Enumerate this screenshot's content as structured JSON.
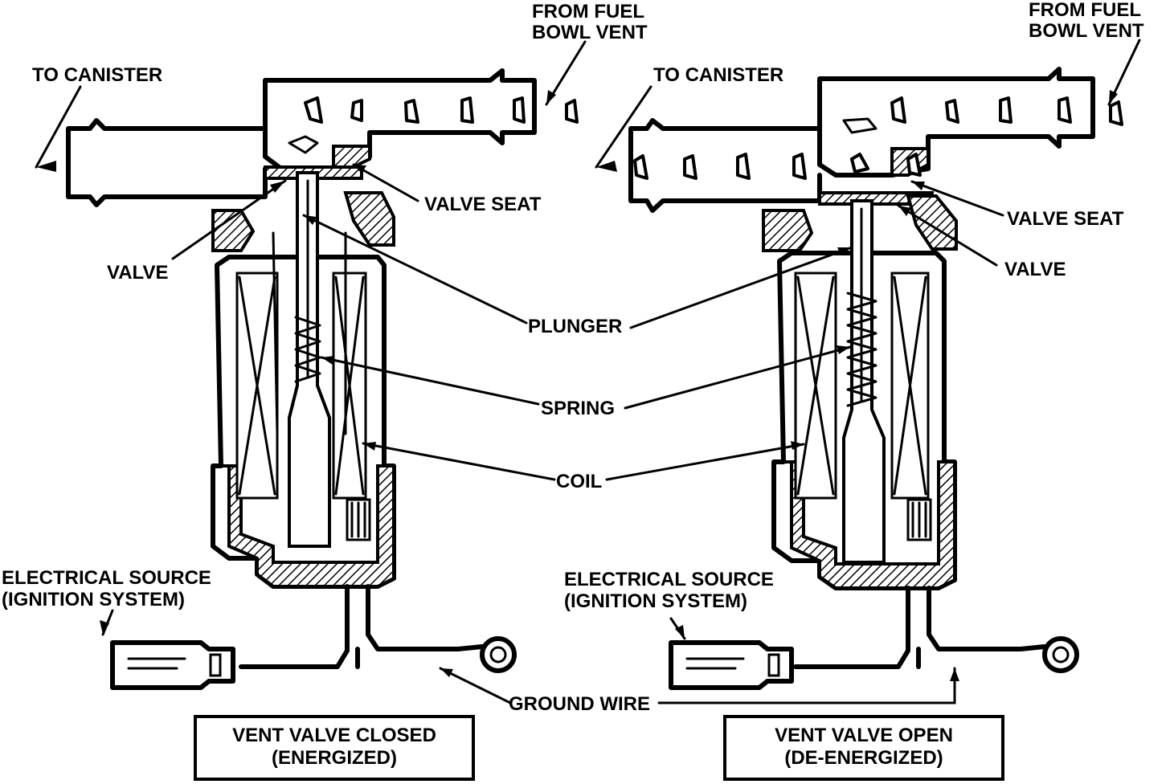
{
  "labels": {
    "from_fuel_bowl_vent_left_line1": "FROM FUEL",
    "from_fuel_bowl_vent_left_line2": "BOWL VENT",
    "from_fuel_bowl_vent_right_line1": "FROM FUEL",
    "from_fuel_bowl_vent_right_line2": "BOWL VENT",
    "to_canister_left": "TO CANISTER",
    "to_canister_right": "TO CANISTER",
    "valve_seat_left": "VALVE SEAT",
    "valve_seat_right": "VALVE SEAT",
    "valve_left": "VALVE",
    "valve_right": "VALVE",
    "plunger": "PLUNGER",
    "spring": "SPRING",
    "coil": "COIL",
    "electrical_source_left_line1": "ELECTRICAL SOURCE",
    "electrical_source_left_line2": "(IGNITION SYSTEM)",
    "electrical_source_right_line1": "ELECTRICAL SOURCE",
    "electrical_source_right_line2": "(IGNITION SYSTEM)",
    "ground_wire": "GROUND WIRE"
  },
  "captions": {
    "left_line1": "VENT VALVE CLOSED",
    "left_line2": "(ENERGIZED)",
    "right_line1": "VENT VALVE OPEN",
    "right_line2": "(DE-ENERGIZED)"
  }
}
